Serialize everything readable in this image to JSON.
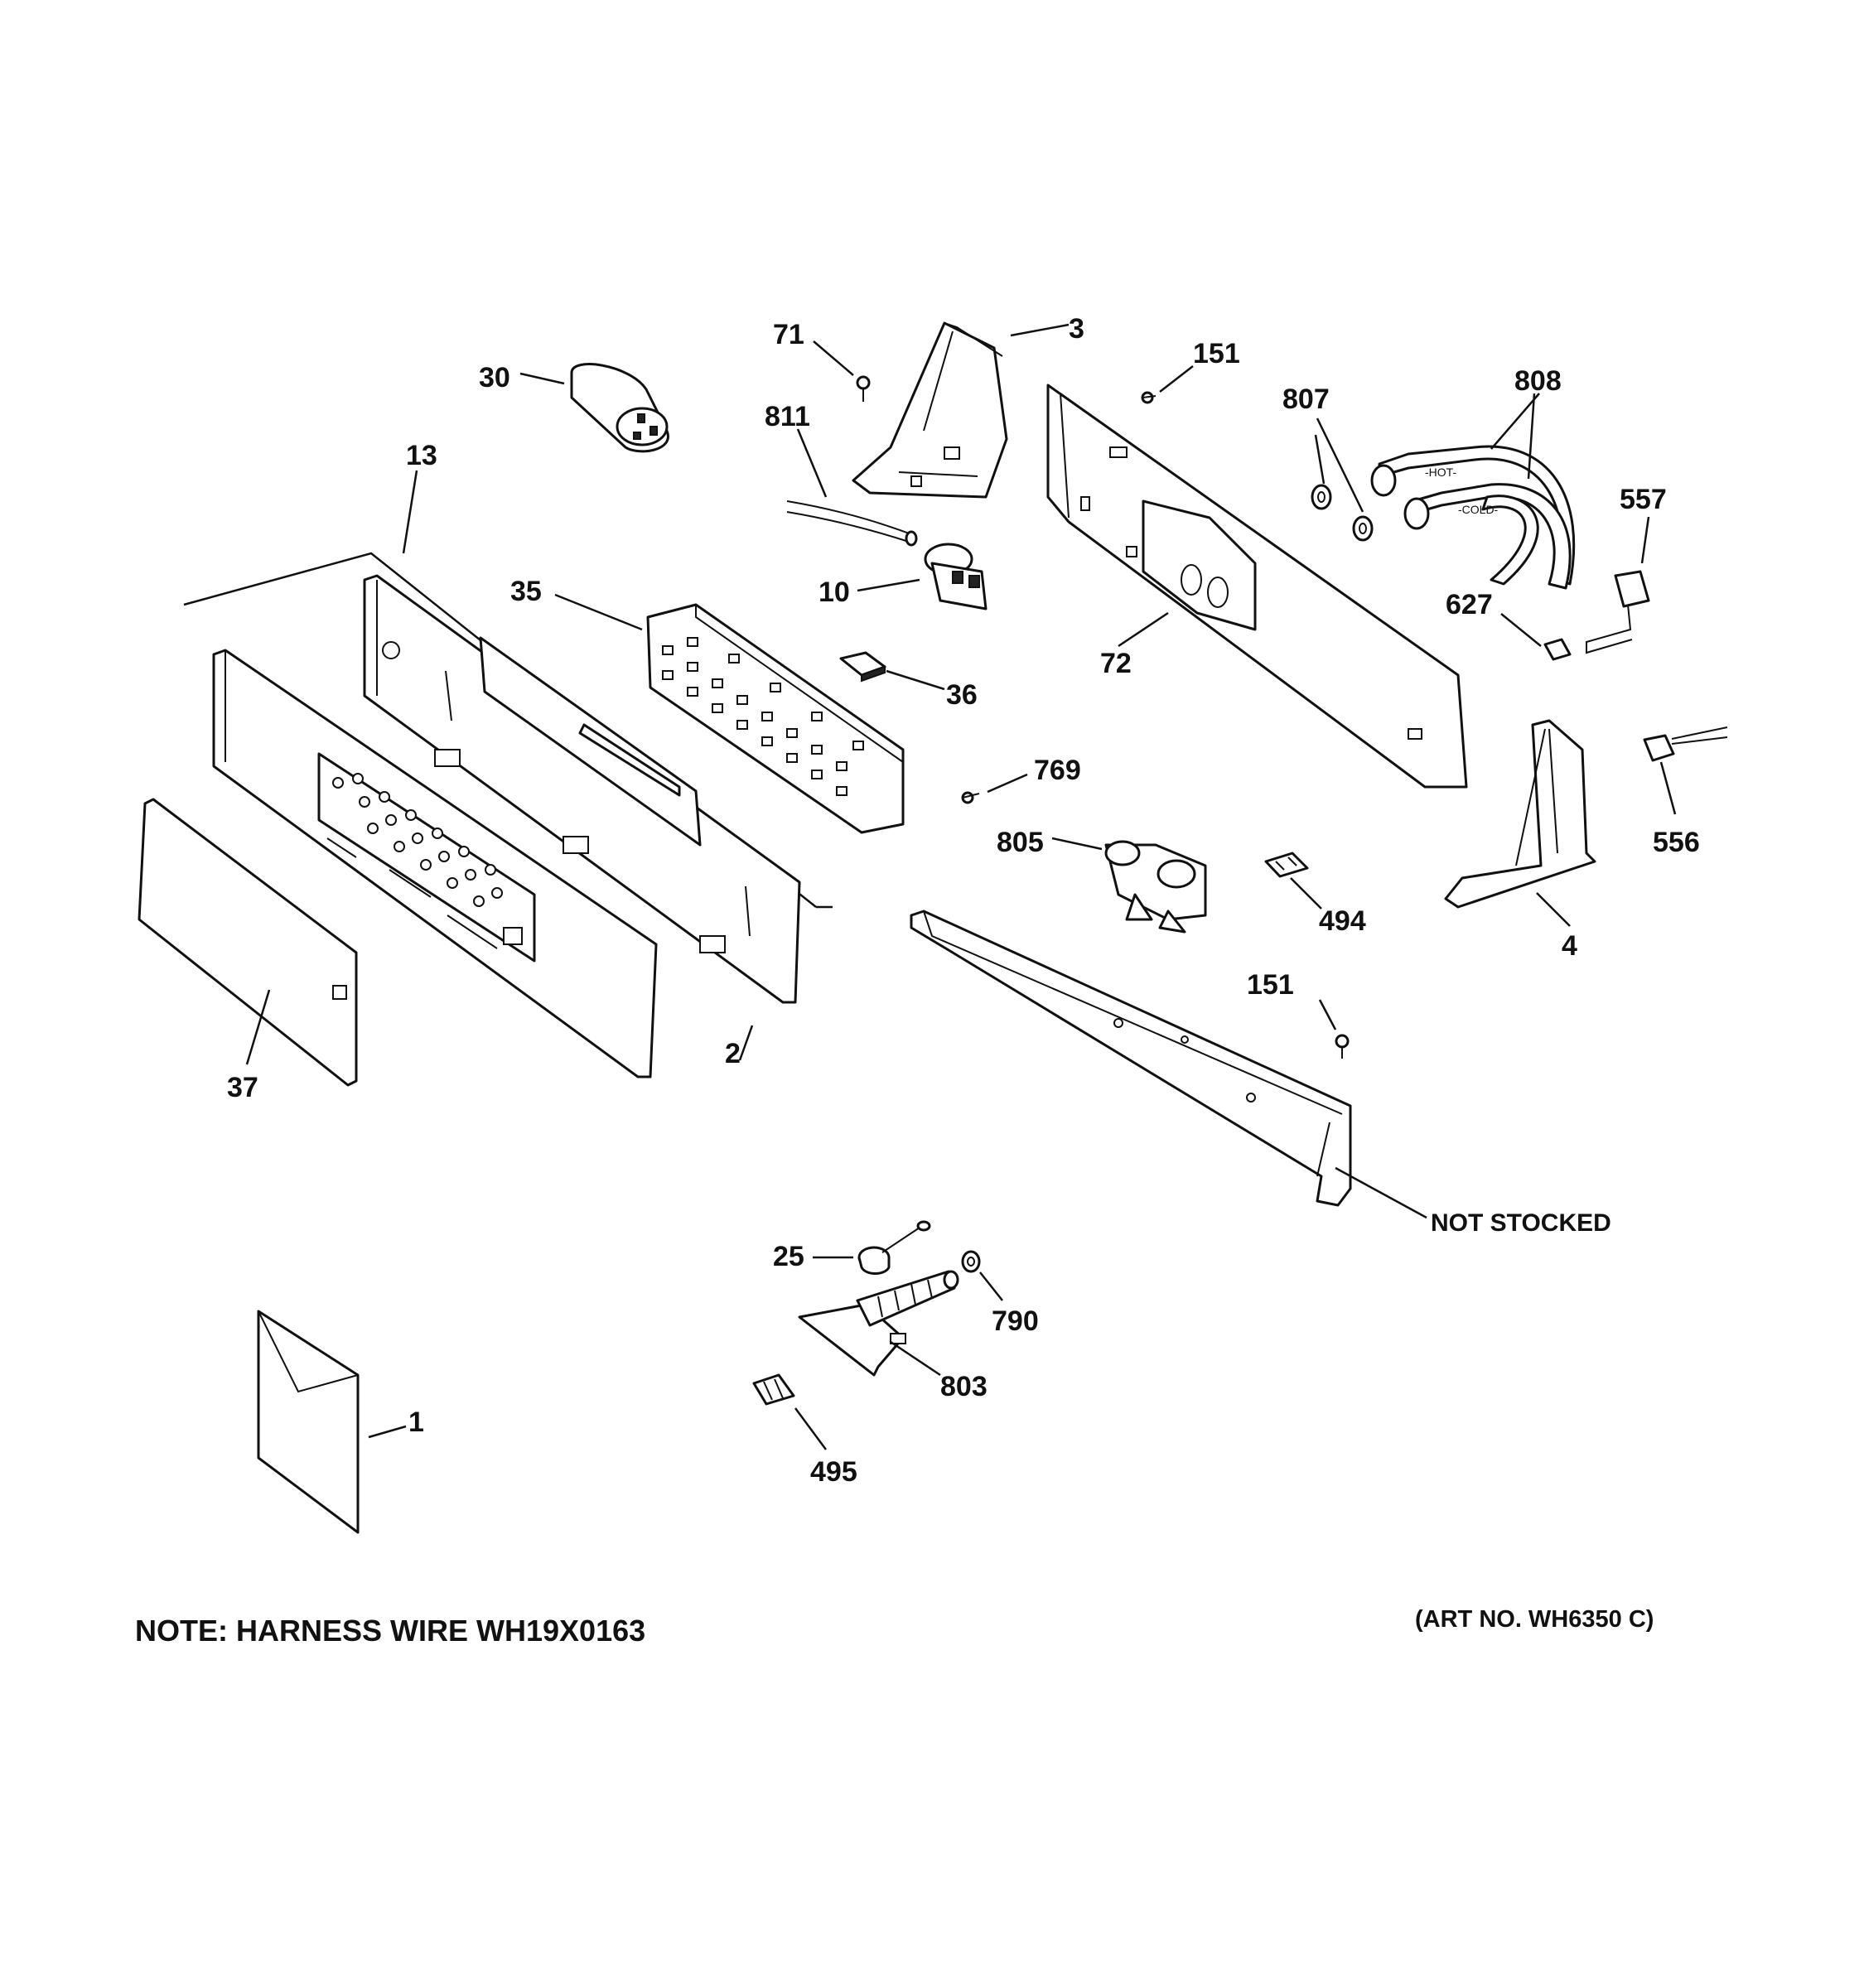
{
  "callouts": {
    "c71": "71",
    "c3": "3",
    "c151a": "151",
    "c807": "807",
    "c808": "808",
    "c30": "30",
    "c811": "811",
    "c13": "13",
    "c557": "557",
    "c35": "35",
    "c10": "10",
    "c627": "627",
    "c72": "72",
    "c36": "36",
    "c769": "769",
    "c805": "805",
    "c556": "556",
    "c494": "494",
    "c4": "4",
    "c151b": "151",
    "c2": "2",
    "c37": "37",
    "c25": "25",
    "c790": "790",
    "c803": "803",
    "c1": "1",
    "c495": "495",
    "not_stocked": "NOT STOCKED"
  },
  "hose_labels": {
    "hot": "-HOT-",
    "cold": "-COLD-"
  },
  "footer": {
    "note": "NOTE: HARNESS WIRE WH19X0163",
    "art_no": "(ART NO. WH6350 C)"
  }
}
